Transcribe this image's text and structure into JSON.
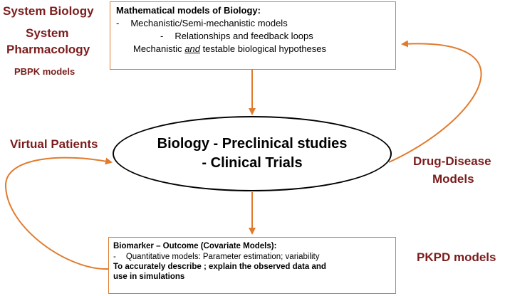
{
  "left_labels": {
    "system_biology": "System Biology",
    "system_pharmacology_1": "System",
    "system_pharmacology_2": "Pharmacology",
    "pbpk": "PBPK models",
    "virtual_patients": "Virtual Patients"
  },
  "right_labels": {
    "drug_disease_1": "Drug-Disease",
    "drug_disease_2": "Models",
    "pkpd": "PKPD models"
  },
  "top_box": {
    "title": "Mathematical models of Biology:",
    "item1_bullet": "-",
    "item1": "Mechanistic/Semi-mechanistic models",
    "item2_bullet": "-",
    "item2": "Relationships and feedback loops",
    "item3_pre": "Mechanistic ",
    "item3_em": "and",
    "item3_post": " testable biological hypotheses"
  },
  "center": {
    "line1": "Biology - Preclinical studies",
    "line2": "- Clinical Trials"
  },
  "bottom_box": {
    "title": "Biomarker – Outcome  (Covariate Models):",
    "item1_bullet": "-",
    "item1": "Quantitative models: Parameter estimation; variability",
    "line3": "To accurately describe ; explain the observed data and",
    "line4": "use in simulations"
  },
  "colors": {
    "label_red": "#7b1c1c",
    "accent_orange": "#e07b2e"
  }
}
